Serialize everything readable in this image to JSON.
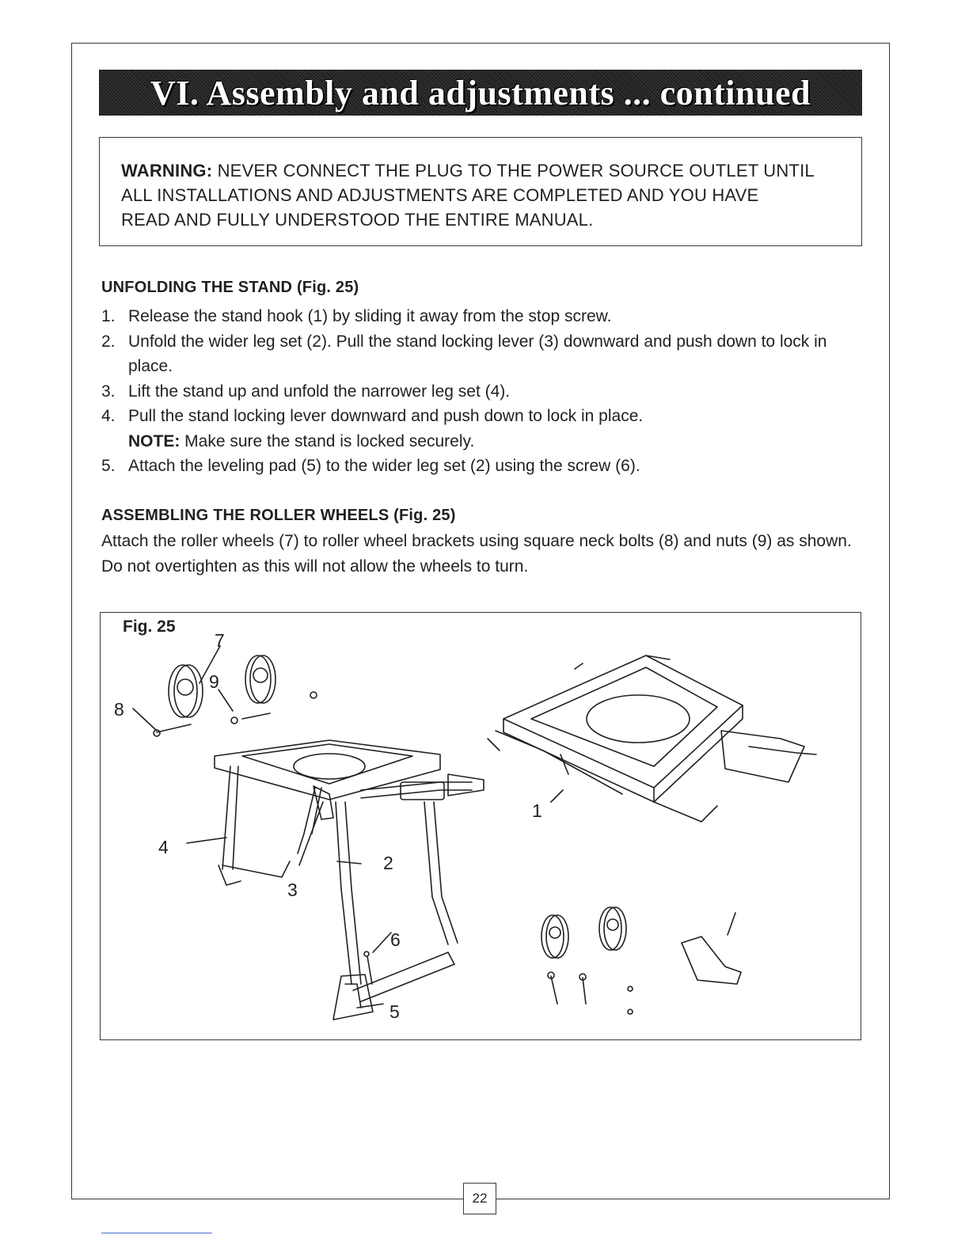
{
  "header": {
    "title": "VI. Assembly and adjustments ... continued"
  },
  "warning": {
    "label": "WARNING:",
    "text": " NEVER CONNECT THE PLUG TO THE POWER SOURCE OUTLET UNTIL\nALL INSTALLATIONS AND ADJUSTMENTS ARE COMPLETED AND YOU HAVE\nREAD AND FULLY UNDERSTOOD THE ENTIRE MANUAL."
  },
  "unfolding": {
    "heading": "UNFOLDING THE STAND (Fig. 25)",
    "steps": [
      {
        "num": "1.",
        "text": "Release the stand hook (1) by sliding it away from the stop screw."
      },
      {
        "num": "2.",
        "text": "Unfold the wider leg set (2). Pull the stand locking lever (3) downward and push down to lock in place."
      },
      {
        "num": "3.",
        "text": "Lift the stand up and unfold the narrower leg set (4)."
      },
      {
        "num": "4.",
        "text": "Pull the stand locking lever downward and push down to lock in place."
      },
      {
        "num": "5.",
        "text": "Attach the leveling pad (5) to the wider leg set (2) using the screw (6)."
      }
    ],
    "note_label": "NOTE:",
    "note_text": " Make sure the stand is locked securely."
  },
  "roller": {
    "heading": "ASSEMBLING THE ROLLER WHEELS (Fig. 25)",
    "text": "Attach the roller wheels (7) to roller wheel brackets using square neck bolts (8) and nuts (9) as shown. Do not overtighten as this will not allow the wheels to turn."
  },
  "figure": {
    "title": "Fig. 25",
    "callouts": [
      "7",
      "9",
      "8",
      "4",
      "3",
      "2",
      "6",
      "5",
      "1"
    ]
  },
  "footer": {
    "page_number": "22"
  }
}
